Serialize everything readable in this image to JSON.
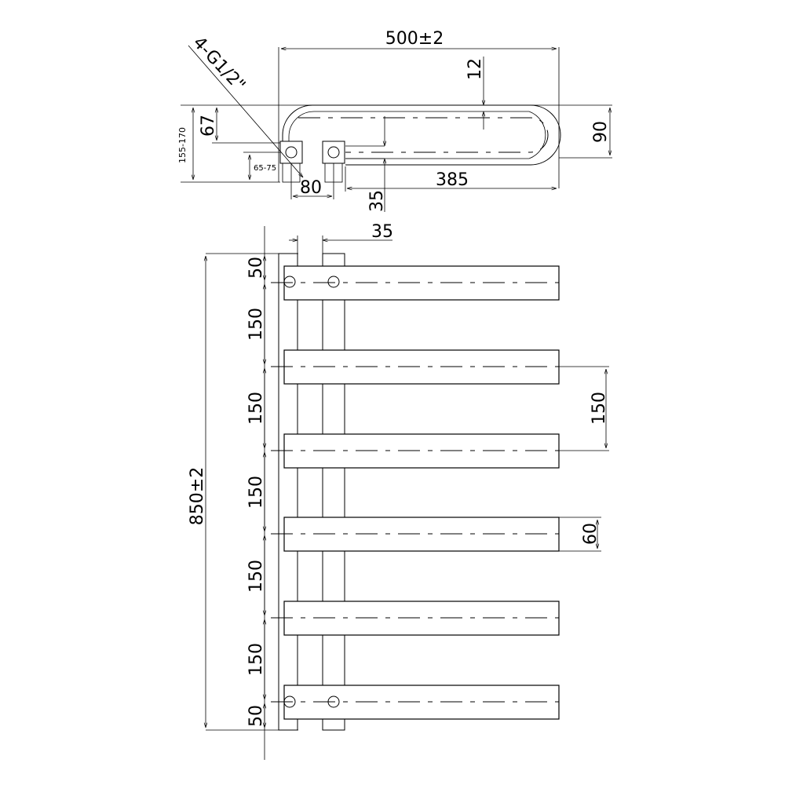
{
  "drawing": {
    "connection_note": "4-G1/2\"",
    "top_view": {
      "overall_width": "500±2",
      "tube_thickness": "12",
      "depth": "90",
      "wall_to_axis": "67",
      "wall_range": "155-170",
      "bracket_range": "65-75",
      "inlet_spacing": "80",
      "rail_length": "385",
      "inlet_offset": "35"
    },
    "front_view": {
      "column_width": "35",
      "overall_height": "850±2",
      "edge_spacing": "50",
      "bar_spacing": "150",
      "bar_height": "60",
      "left_spacings": [
        "50",
        "150",
        "150",
        "150",
        "150",
        "150",
        "50"
      ],
      "right_spacing": "150"
    }
  }
}
